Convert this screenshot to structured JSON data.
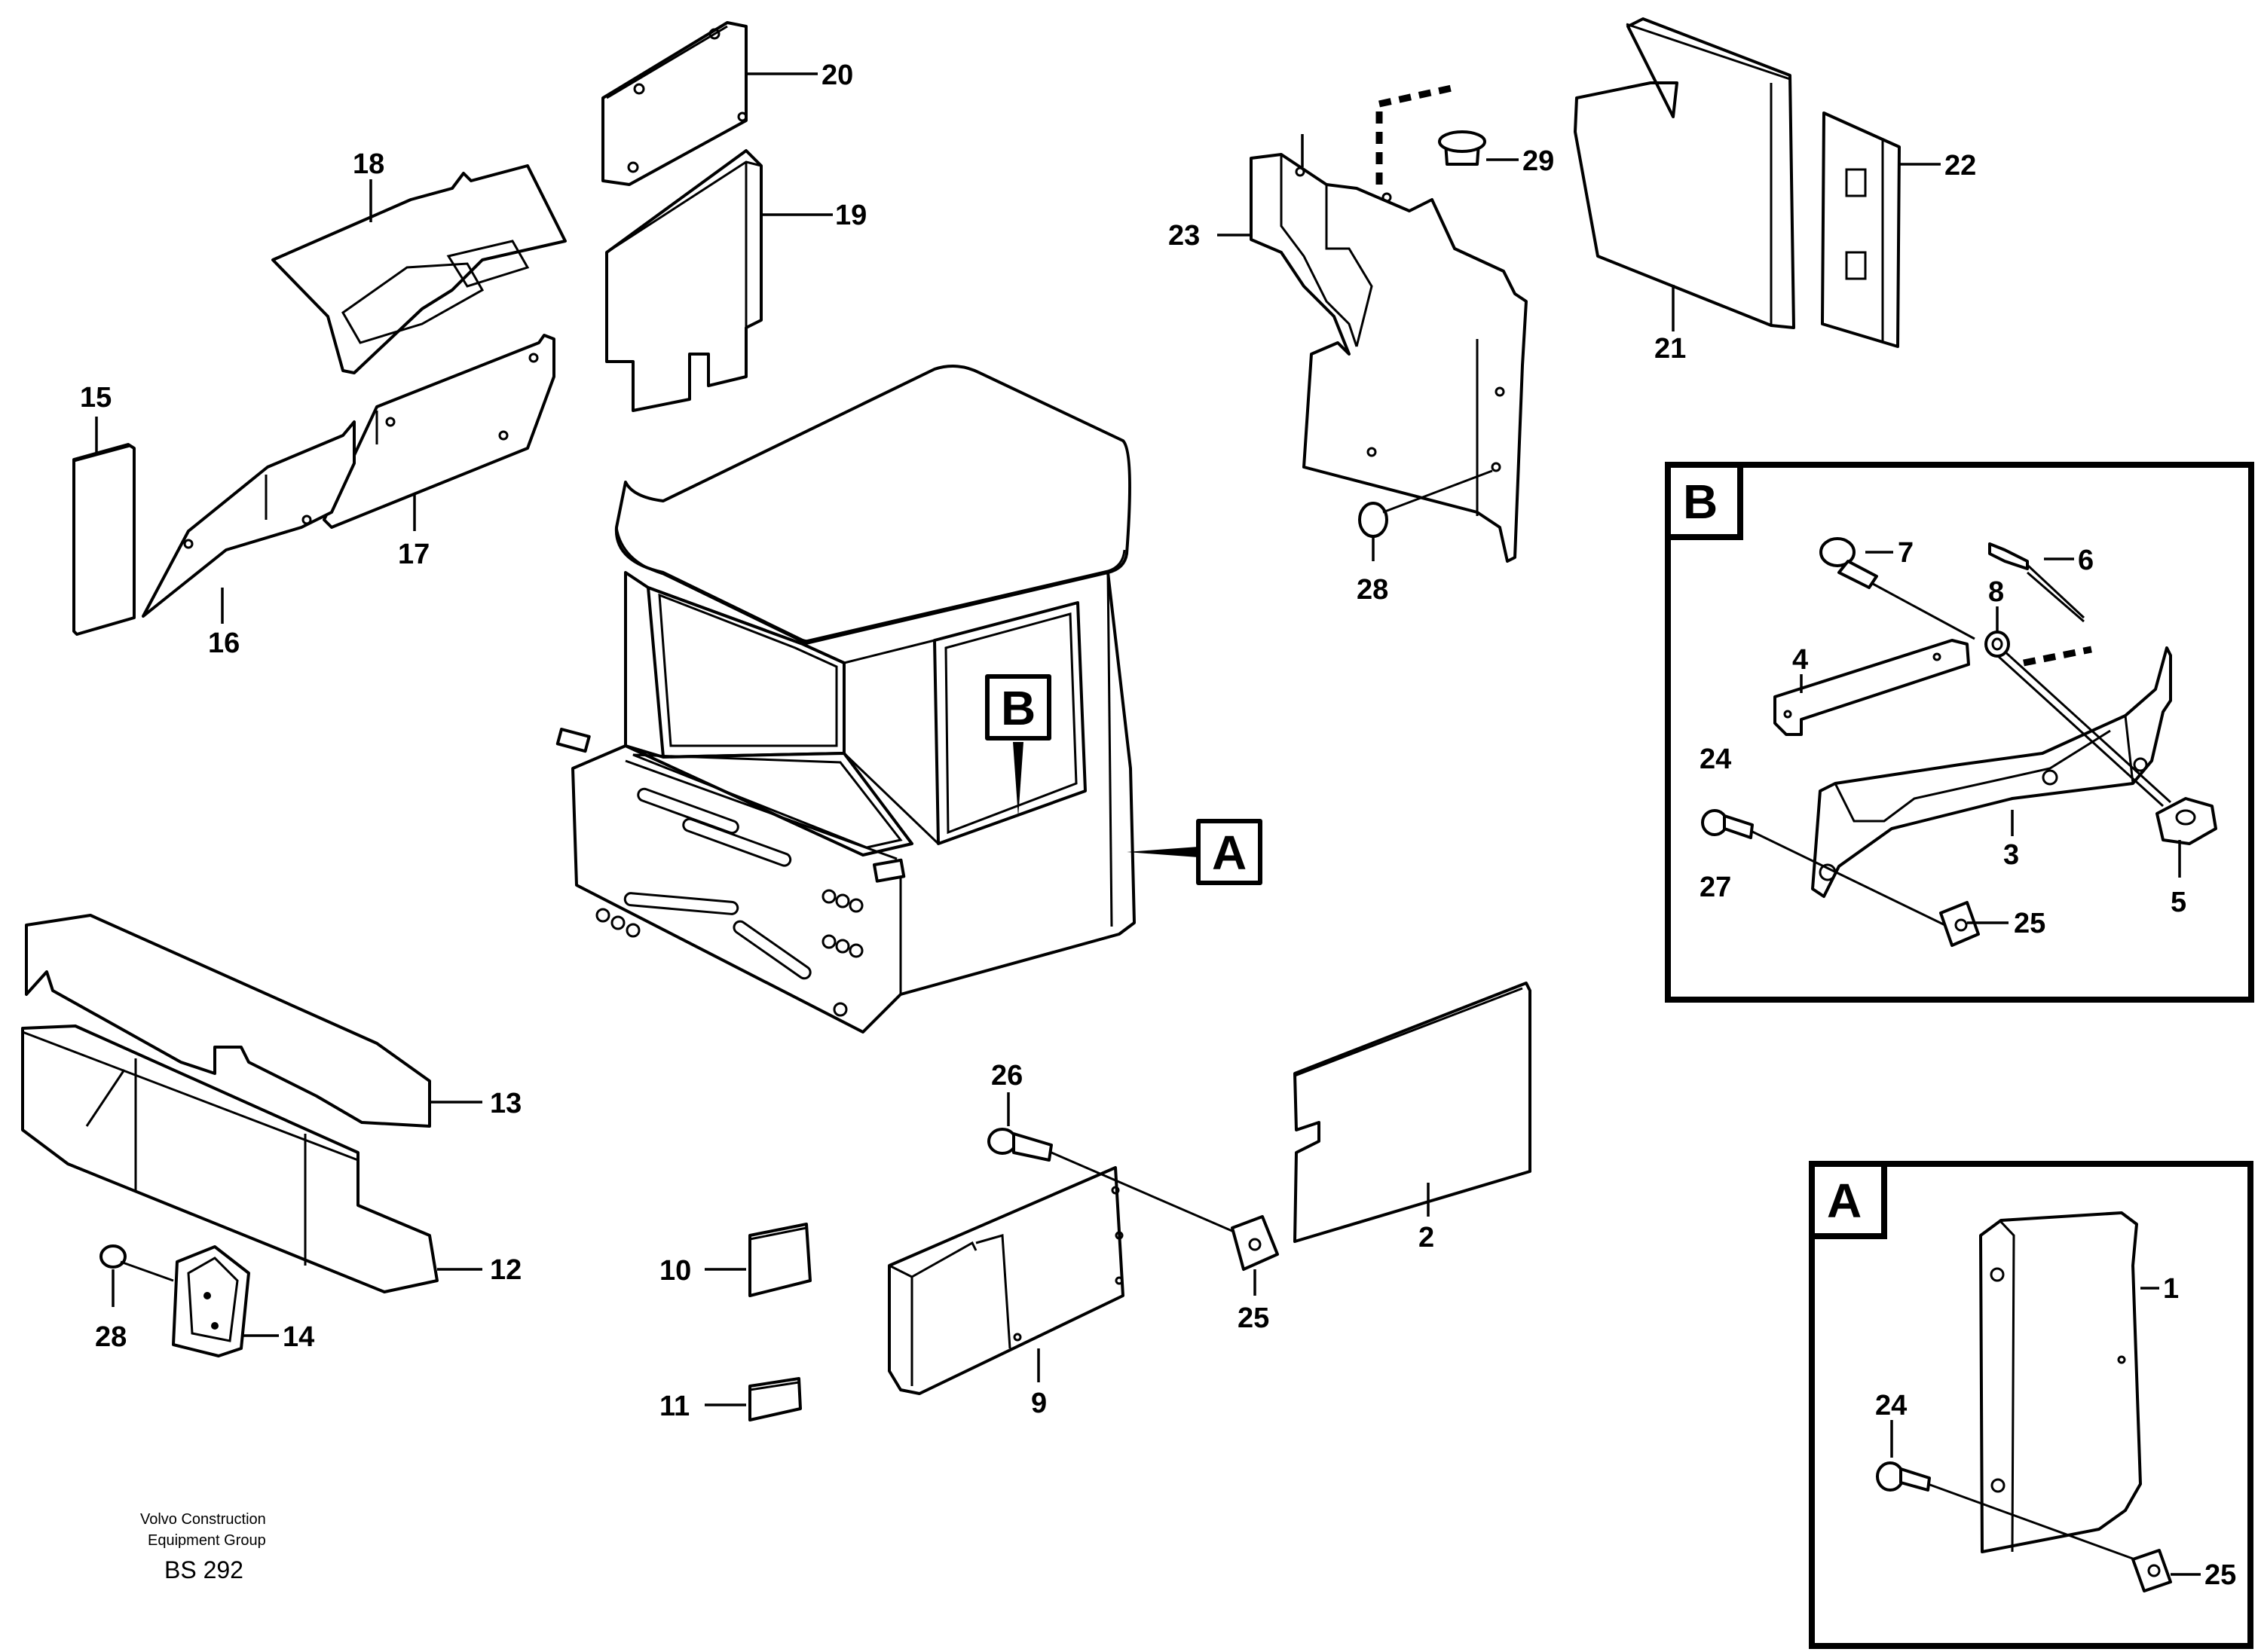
{
  "parts": {
    "p1": "1",
    "p2": "2",
    "p3": "3",
    "p4": "4",
    "p5": "5",
    "p6": "6",
    "p7": "7",
    "p8": "8",
    "p9": "9",
    "p10": "10",
    "p11": "11",
    "p12": "12",
    "p13": "13",
    "p14": "14",
    "p15": "15",
    "p16": "16",
    "p17": "17",
    "p18": "18",
    "p19": "19",
    "p20": "20",
    "p21": "21",
    "p22": "22",
    "p23": "23",
    "p24": "24",
    "p25": "25",
    "p26": "26",
    "p27": "27",
    "p28": "28",
    "p29": "29"
  },
  "callouts": {
    "a": "A",
    "b": "B"
  },
  "footer": {
    "line1": "Volvo Construction",
    "line2": "Equipment Group",
    "code": "BS 292"
  }
}
